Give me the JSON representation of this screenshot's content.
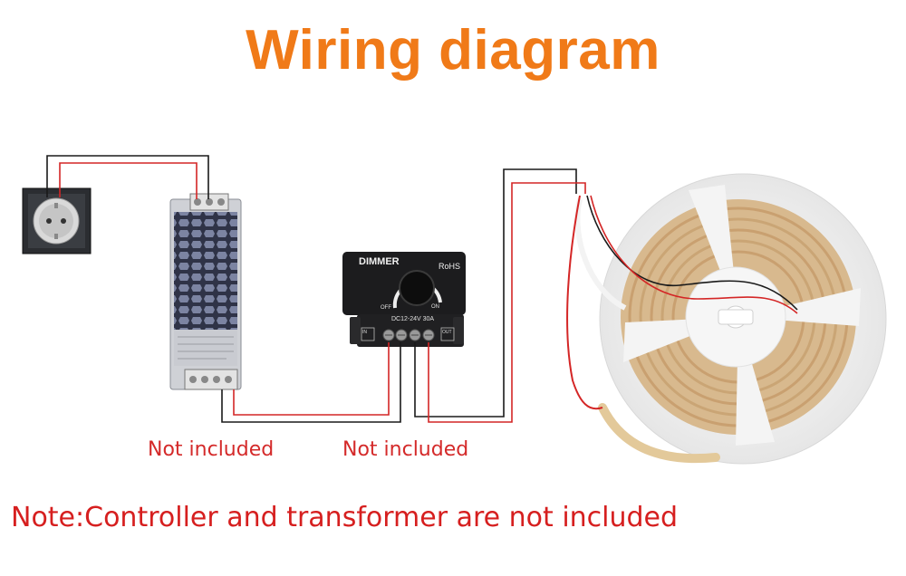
{
  "title": "Wiring diagram",
  "dimmer": {
    "label": "DIMMER",
    "cert": "RoHS",
    "off_label": "OFF",
    "on_label": "ON",
    "rating": "DC12-24V 30A",
    "in_label": "IN",
    "out_label": "OUT"
  },
  "labels": {
    "not_included_1": "Not included",
    "not_included_2": "Not included"
  },
  "note": "Note:Controller and transformer are not included",
  "colors": {
    "title": "#f07a18",
    "label_red": "#d42a2a",
    "wire_red": "#d42626",
    "wire_black": "#1a1a1a"
  }
}
